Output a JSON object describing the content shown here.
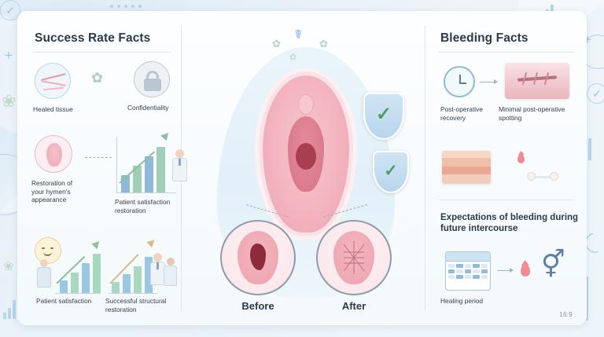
{
  "background": {
    "accent_blue": "#8fbcd8",
    "accent_pink": "#ef8a96",
    "accent_green": "#4e9e62",
    "plus_icons": [
      "+",
      "+"
    ],
    "leaf_icons": [
      "❀",
      "❀"
    ]
  },
  "card": {
    "left_column": {
      "title": "Success Rate Facts",
      "items": [
        {
          "label": "Healed tissue",
          "icon": "healed-tissue-icon"
        },
        {
          "label": "Confidentiality",
          "icon": "lock-icon"
        },
        {
          "label": "Restoration of your hymen's appearance",
          "icon": "hymen-appearance-icon"
        },
        {
          "label": "Patient satisfaction restoration",
          "icon": "bar-chart-up-icon"
        },
        {
          "label": "Patient satisfaction",
          "icon": "happy-face-icon"
        },
        {
          "label": "Successful structural restoration",
          "icon": "doctor-chart-icon"
        }
      ]
    },
    "center": {
      "before_label": "Before",
      "after_label": "After",
      "medical_icon": "caduceus-icon",
      "shield_icons": [
        "shield-check-icon",
        "shield-check-icon"
      ],
      "before_detail": "torn-hymen-tissue",
      "after_detail": "sutured-restored-hymen"
    },
    "right_column": {
      "title": "Bleeding Facts",
      "items": [
        {
          "label": "Post-operative recovery",
          "icon": "clock-arrow-icon"
        },
        {
          "label": "Minimal post-operative spotting",
          "icon": "skin-layers-icon"
        },
        {
          "label": "",
          "icon": "tissue-cross-section-icon"
        },
        {
          "label": "",
          "icon": "cotton-swab-icon"
        }
      ],
      "expectation_heading": "Expectations of bleeding during future intercourse",
      "healing_label": "Healing period",
      "calendar_icon": "calendar-icon",
      "droplet_icon": "blood-droplet-icon",
      "gender_icon": "female-male-symbol-icon"
    },
    "ratio_badge": "16:9"
  }
}
